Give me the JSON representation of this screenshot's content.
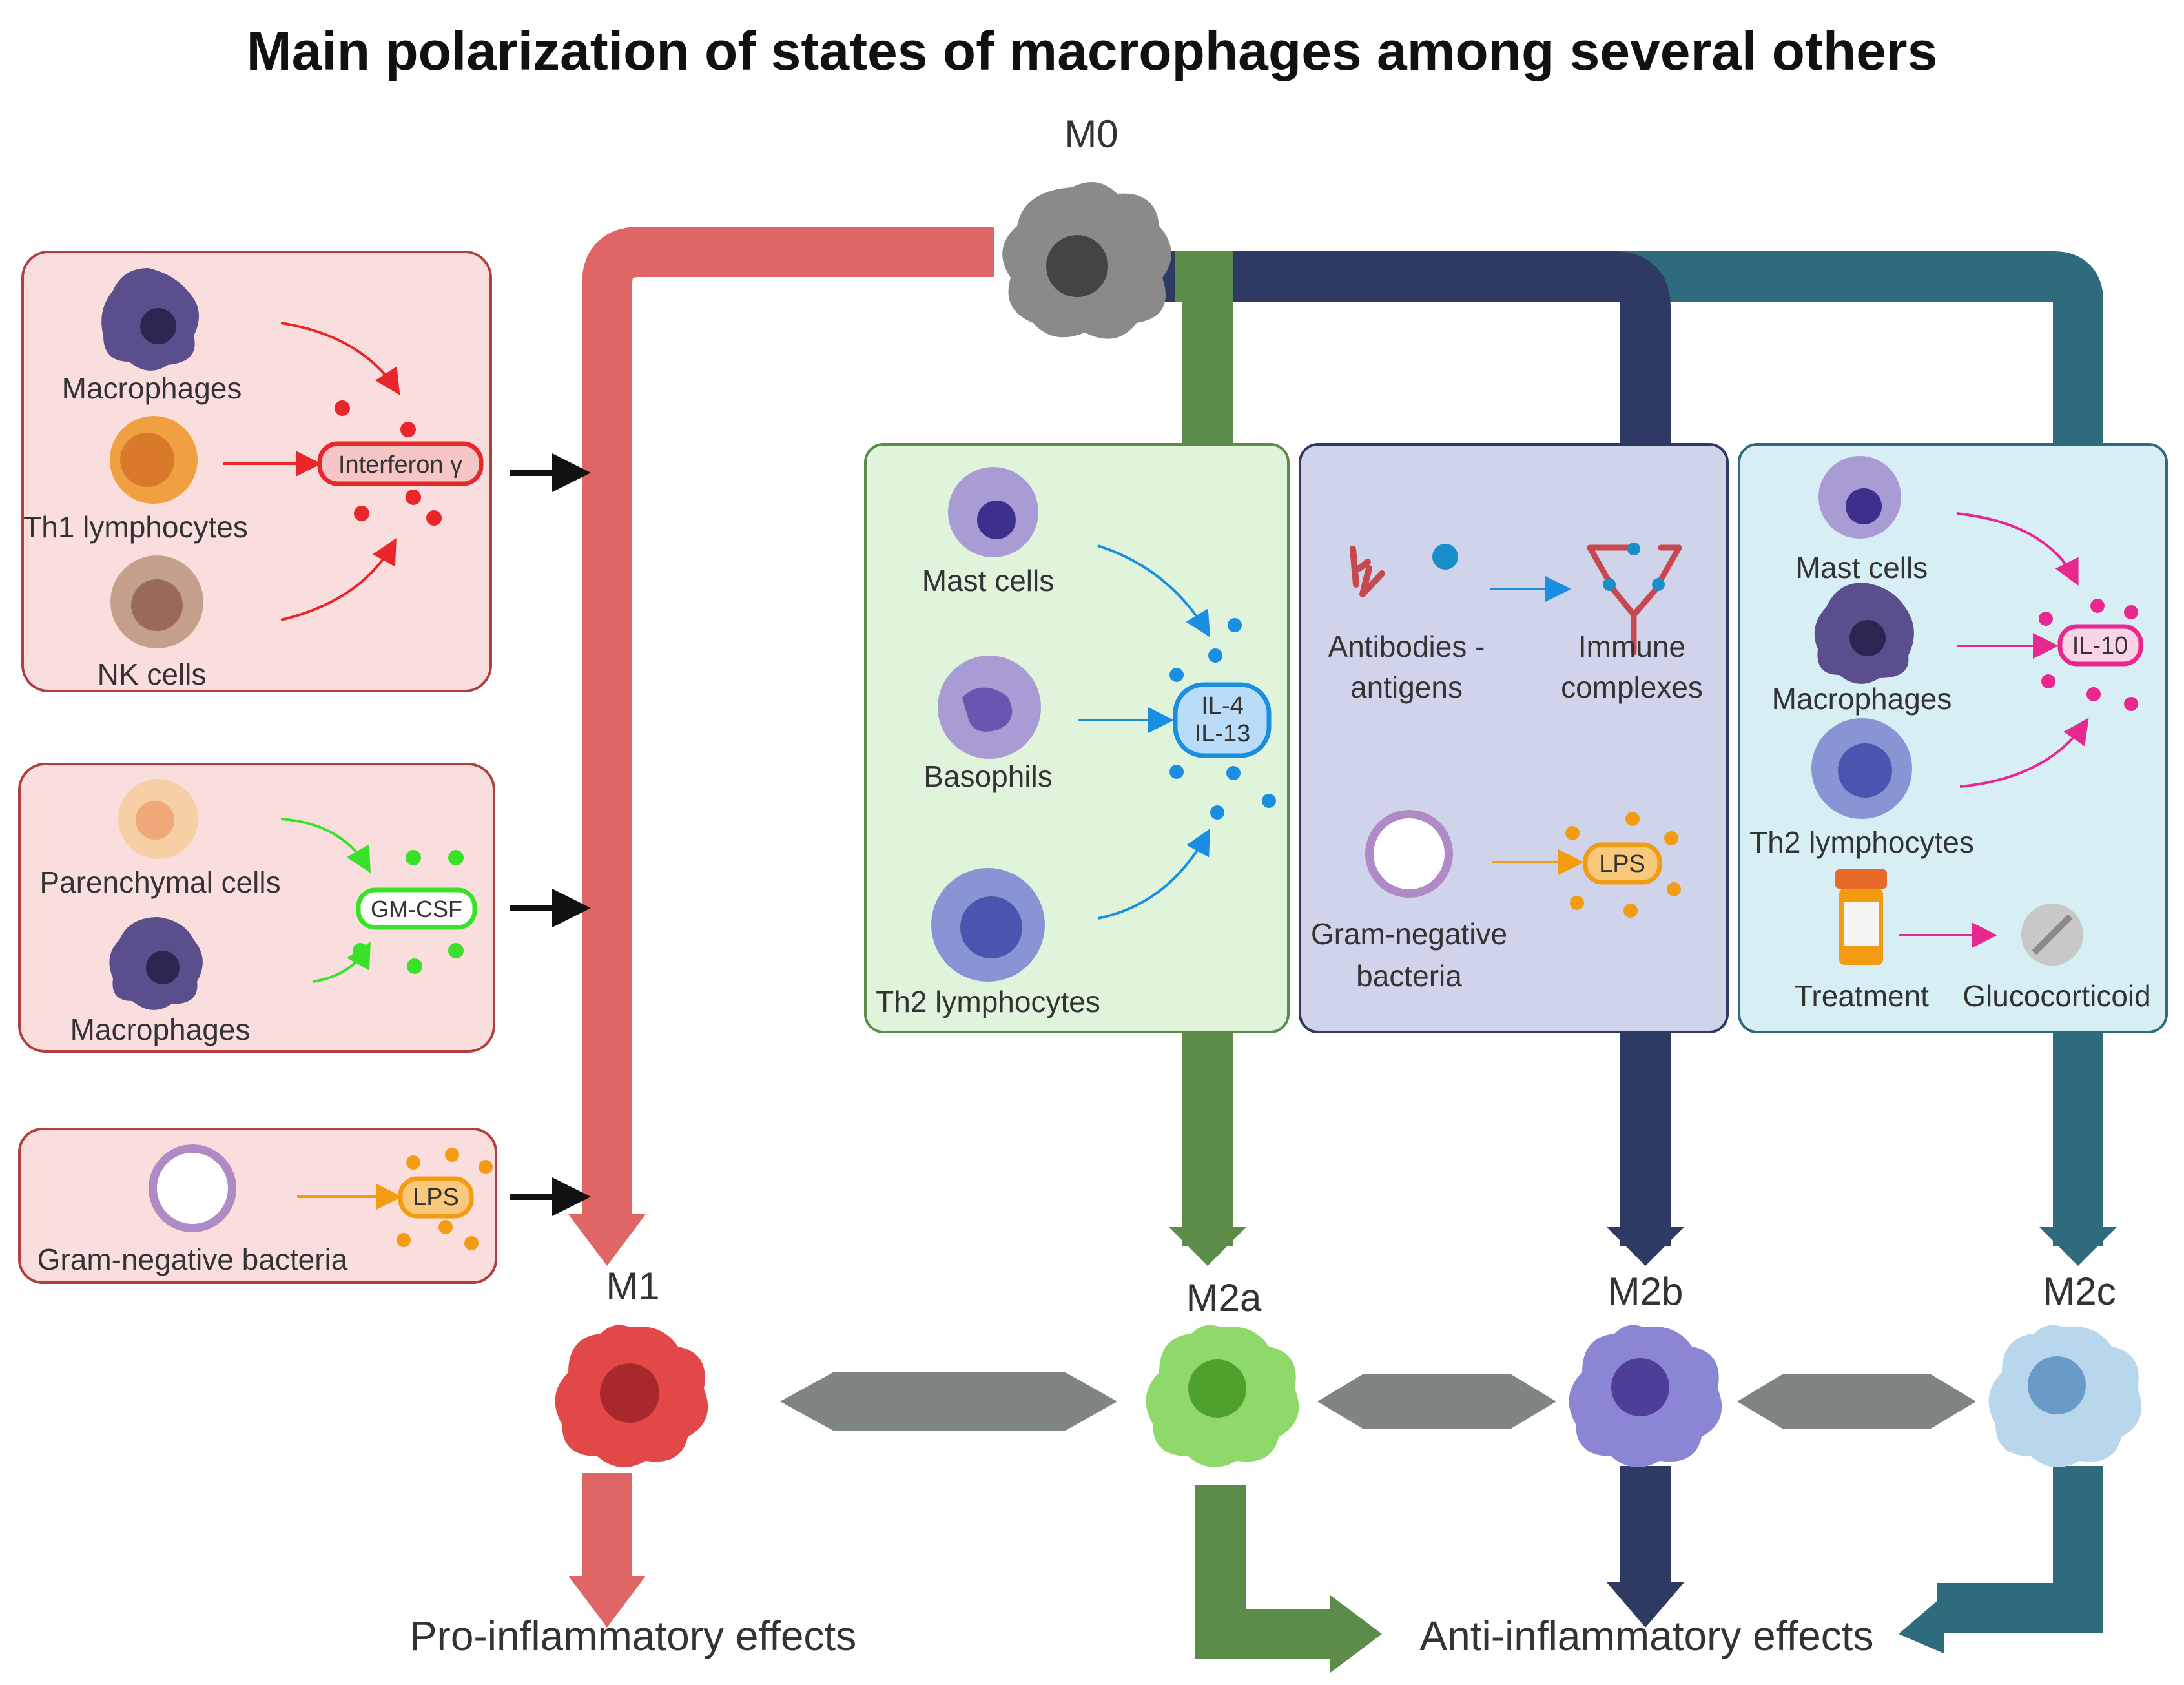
{
  "title": "Main polarization of states of macrophages among several others",
  "states": {
    "m0": "M0",
    "m1": "M1",
    "m2a": "M2a",
    "m2b": "M2b",
    "m2c": "M2c"
  },
  "m1_panels": {
    "interferon": {
      "cells": [
        "Macrophages",
        "Th1 lymphocytes",
        "NK cells"
      ],
      "cytokine": "Interferon γ"
    },
    "gmcsf": {
      "cells": [
        "Parenchymal cells",
        "Macrophages"
      ],
      "cytokine": "GM-CSF"
    },
    "lps": {
      "cells": [
        "Gram-negative bacteria"
      ],
      "cytokine": "LPS"
    }
  },
  "m2a_panel": {
    "cells": [
      "Mast cells",
      "Basophils",
      "Th2 lymphocytes"
    ],
    "cytokine_line1": "IL-4",
    "cytokine_line2": "IL-13"
  },
  "m2b_panel": {
    "source1_line1": "Antibodies -",
    "source1_line2": "antigens",
    "product1_line1": "Immune",
    "product1_line2": "complexes",
    "source2_line1": "Gram-negative",
    "source2_line2": "bacteria",
    "product2": "LPS"
  },
  "m2c_panel": {
    "cells": [
      "Mast cells",
      "Macrophages",
      "Th2 lymphocytes"
    ],
    "cytokine": "IL-10",
    "treatment": "Treatment",
    "glucocorticoid": "Glucocorticoid"
  },
  "effects": {
    "pro": "Pro-inflammatory effects",
    "anti": "Anti-inflammatory effects"
  },
  "colors": {
    "m1": "#e06666",
    "m2a": "#5b8c4a",
    "m2b": "#2e3a63",
    "m2c": "#2e6b7c",
    "connector": "#7f8585",
    "interferon": "#e8262b",
    "gmcsf": "#3ae12a",
    "lps": "#f39c12",
    "il4": "#1a8ee0",
    "il10": "#e8288f"
  }
}
